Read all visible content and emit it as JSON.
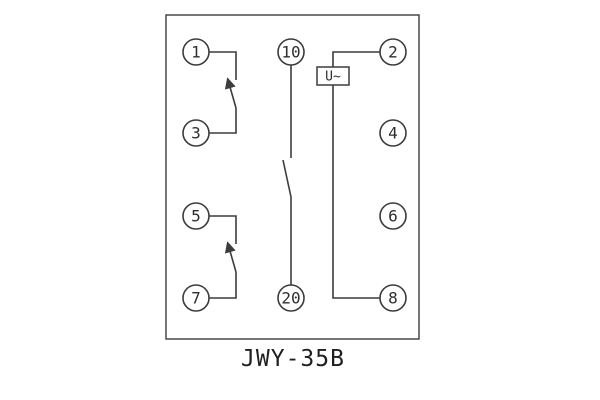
{
  "diagram": {
    "title": "JWY-35B",
    "device_label": "U~",
    "terminals": {
      "t1": "1",
      "t3": "3",
      "t5": "5",
      "t7": "7",
      "t10": "10",
      "t20": "20",
      "t2": "2",
      "t4": "4",
      "t6": "6",
      "t8": "8"
    }
  }
}
